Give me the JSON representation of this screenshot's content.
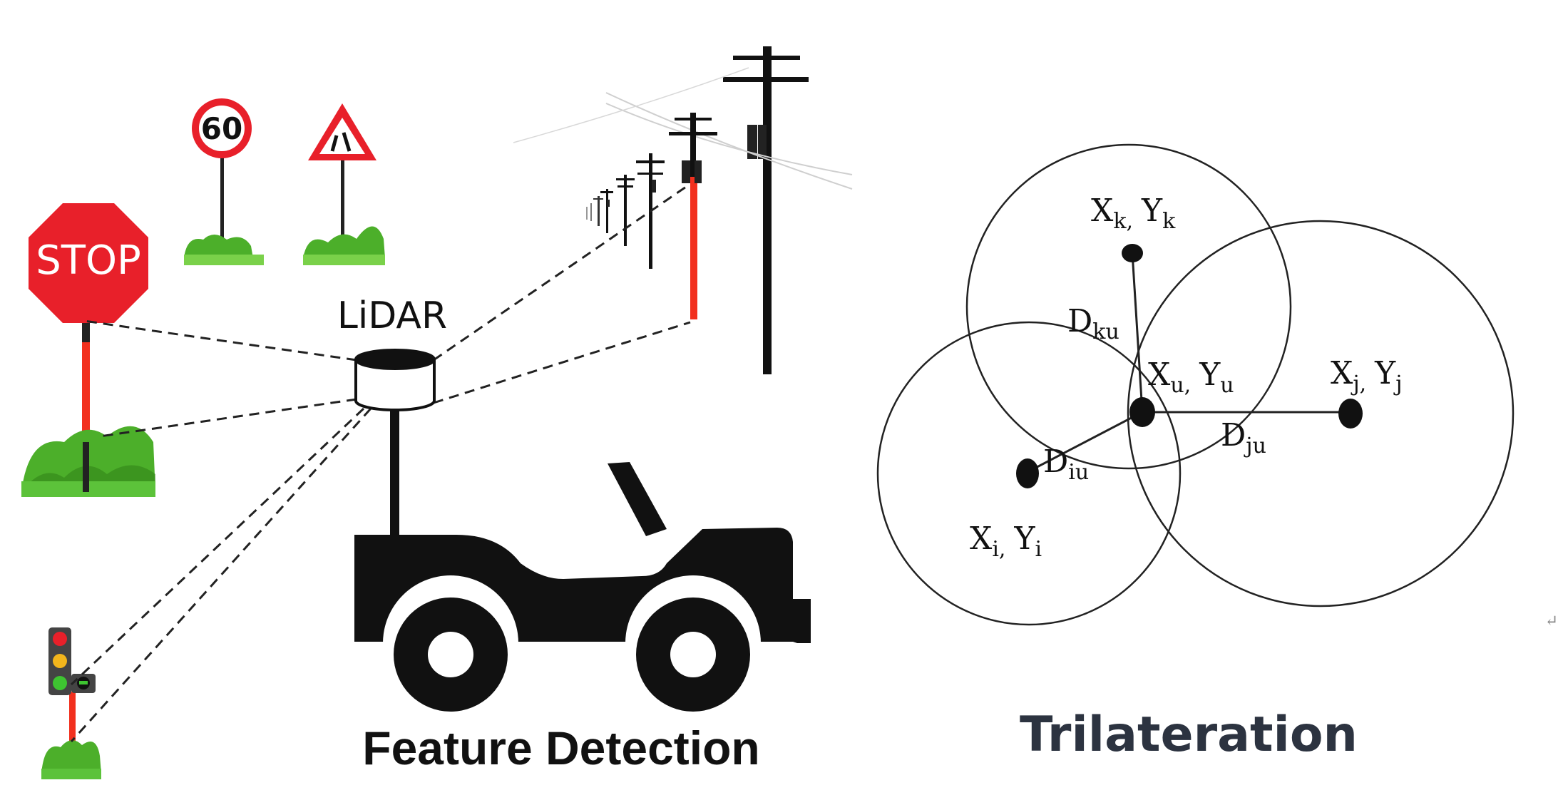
{
  "feature_detection": {
    "sensor_label": "LiDAR",
    "stop_sign_text": "STOP",
    "speed_sign_text": "60",
    "caption": "Feature Detection"
  },
  "trilateration": {
    "caption": "Trilateration",
    "point_k": {
      "x": "X",
      "x_sub": "k,",
      "y": "Y",
      "y_sub": "k"
    },
    "point_u": {
      "x": "X",
      "x_sub": "u,",
      "y": "Y",
      "y_sub": "u"
    },
    "point_j": {
      "x": "X",
      "x_sub": "j,",
      "y": "Y",
      "y_sub": "j"
    },
    "point_i": {
      "x": "X",
      "x_sub": "i,",
      "y": "Y",
      "y_sub": "i"
    },
    "dist_ku": {
      "base": "D",
      "sub": "ku"
    },
    "dist_ju": {
      "base": "D",
      "sub": "ju"
    },
    "dist_iu": {
      "base": "D",
      "sub": "iu"
    },
    "corner_mark": "↵"
  },
  "colors": {
    "stop_red": "#e8202a",
    "pole_red": "#f2301e",
    "grass_green": "#4caf2a",
    "grass_dark": "#2f7f16",
    "ink": "#111111"
  }
}
